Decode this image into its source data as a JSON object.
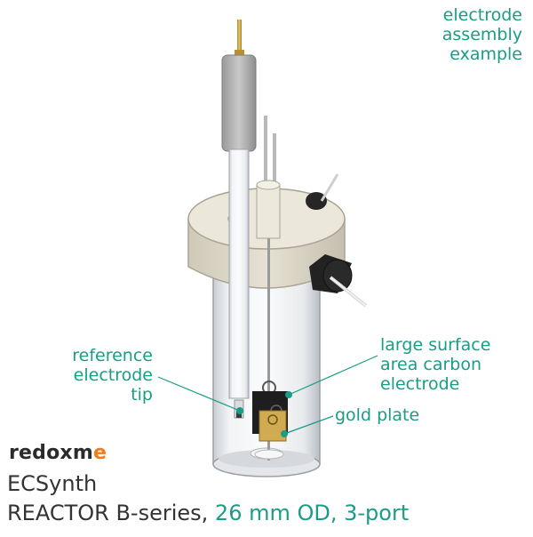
{
  "corner_caption": [
    "electrode",
    "assembly",
    "example"
  ],
  "labels": {
    "reference_tip": [
      "reference",
      "electrode",
      "tip"
    ],
    "carbon_electrode": [
      "large surface",
      "area carbon",
      "electrode"
    ],
    "gold_plate": "gold plate"
  },
  "brand": {
    "name_prefix": "redox",
    "name_mid": "m",
    "name_dot": "e",
    "product": "ECSynth",
    "series": "REACTOR B-series,",
    "specs": "26 mm OD, 3-port"
  },
  "colors": {
    "accent": "#1a9c86",
    "lid": "#ddd8c9",
    "brand_orange": "#f07c1a",
    "gold": "#c9a24a"
  }
}
